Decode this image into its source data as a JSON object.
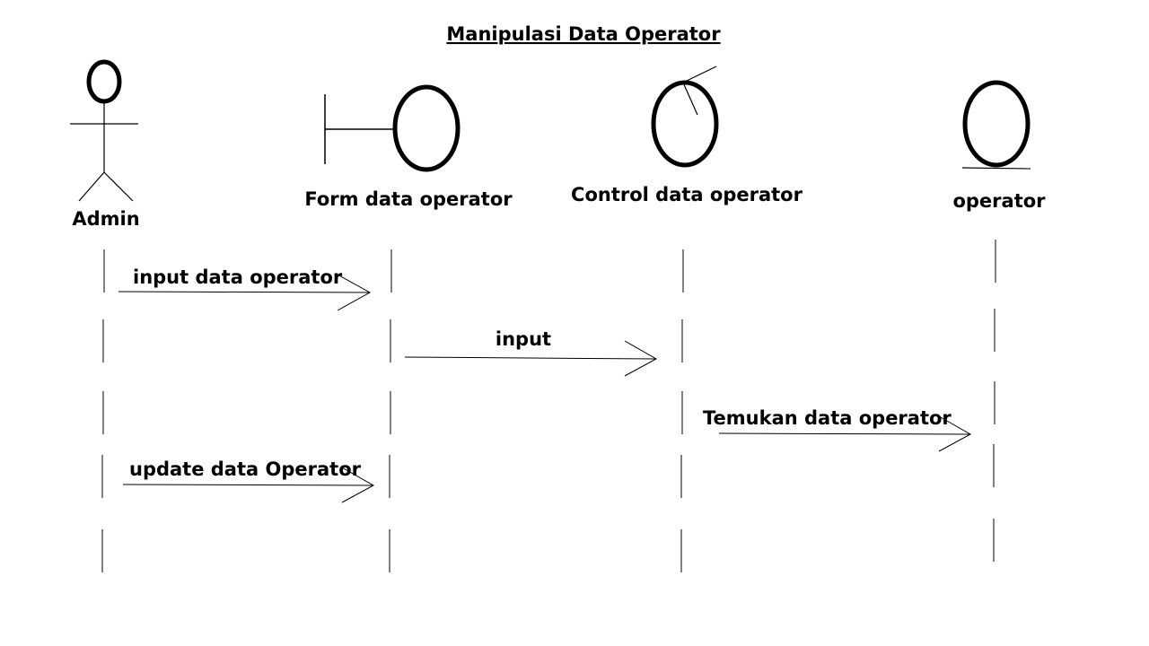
{
  "title": "Manipulasi Data Operator",
  "colors": {
    "stroke": "#000000",
    "background": "#ffffff"
  },
  "participants": [
    {
      "id": "admin",
      "kind": "actor",
      "label": "Admin"
    },
    {
      "id": "form",
      "kind": "boundary",
      "label": "Form data operator"
    },
    {
      "id": "control",
      "kind": "control",
      "label": "Control data operator"
    },
    {
      "id": "operator",
      "kind": "entity",
      "label": "operator"
    }
  ],
  "messages": [
    {
      "from": "admin",
      "to": "form",
      "label": "input data operator"
    },
    {
      "from": "form",
      "to": "control",
      "label": "input"
    },
    {
      "from": "control",
      "to": "operator",
      "label": "Temukan data operator"
    },
    {
      "from": "admin",
      "to": "form",
      "label": "update data Operator"
    }
  ]
}
